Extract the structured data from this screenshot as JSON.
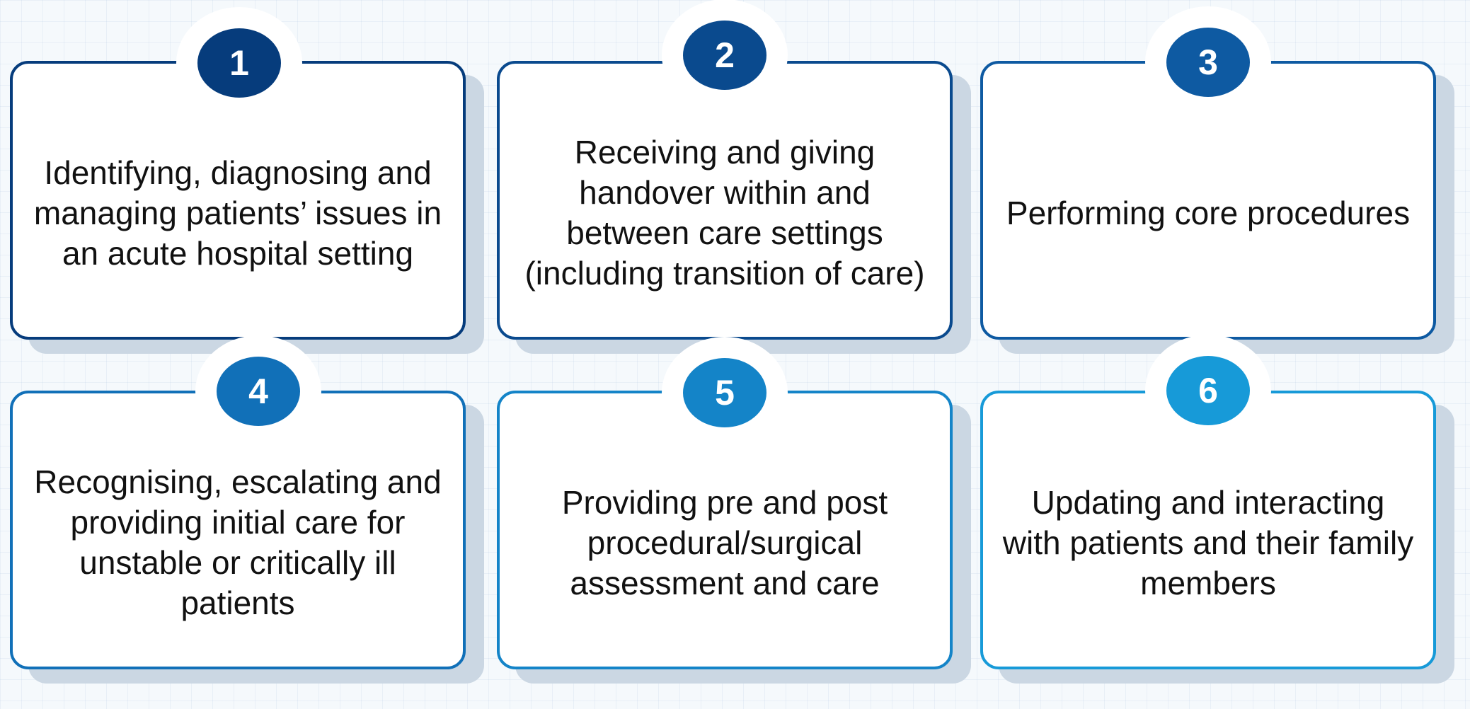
{
  "colors": {
    "step1": "#063c7c",
    "step2": "#0a4a8e",
    "step3": "#0e5aa2",
    "step4": "#1170b8",
    "step5": "#1484c8",
    "step6": "#179ad8",
    "shadow": "#cbd7e3"
  },
  "steps": [
    {
      "number": "1",
      "text": "Identifying, diagnosing and managing patients’ issues in an acute hospital setting"
    },
    {
      "number": "2",
      "text": "Receiving and giving handover within and between care settings (including transition of care)"
    },
    {
      "number": "3",
      "text": "Performing core procedures"
    },
    {
      "number": "4",
      "text": "Recognising, escalating and providing initial care for unstable or critically ill patients"
    },
    {
      "number": "5",
      "text": "Providing pre and post procedural/surgical assessment and care"
    },
    {
      "number": "6",
      "text": "Updating and interacting with patients and their family members"
    }
  ]
}
